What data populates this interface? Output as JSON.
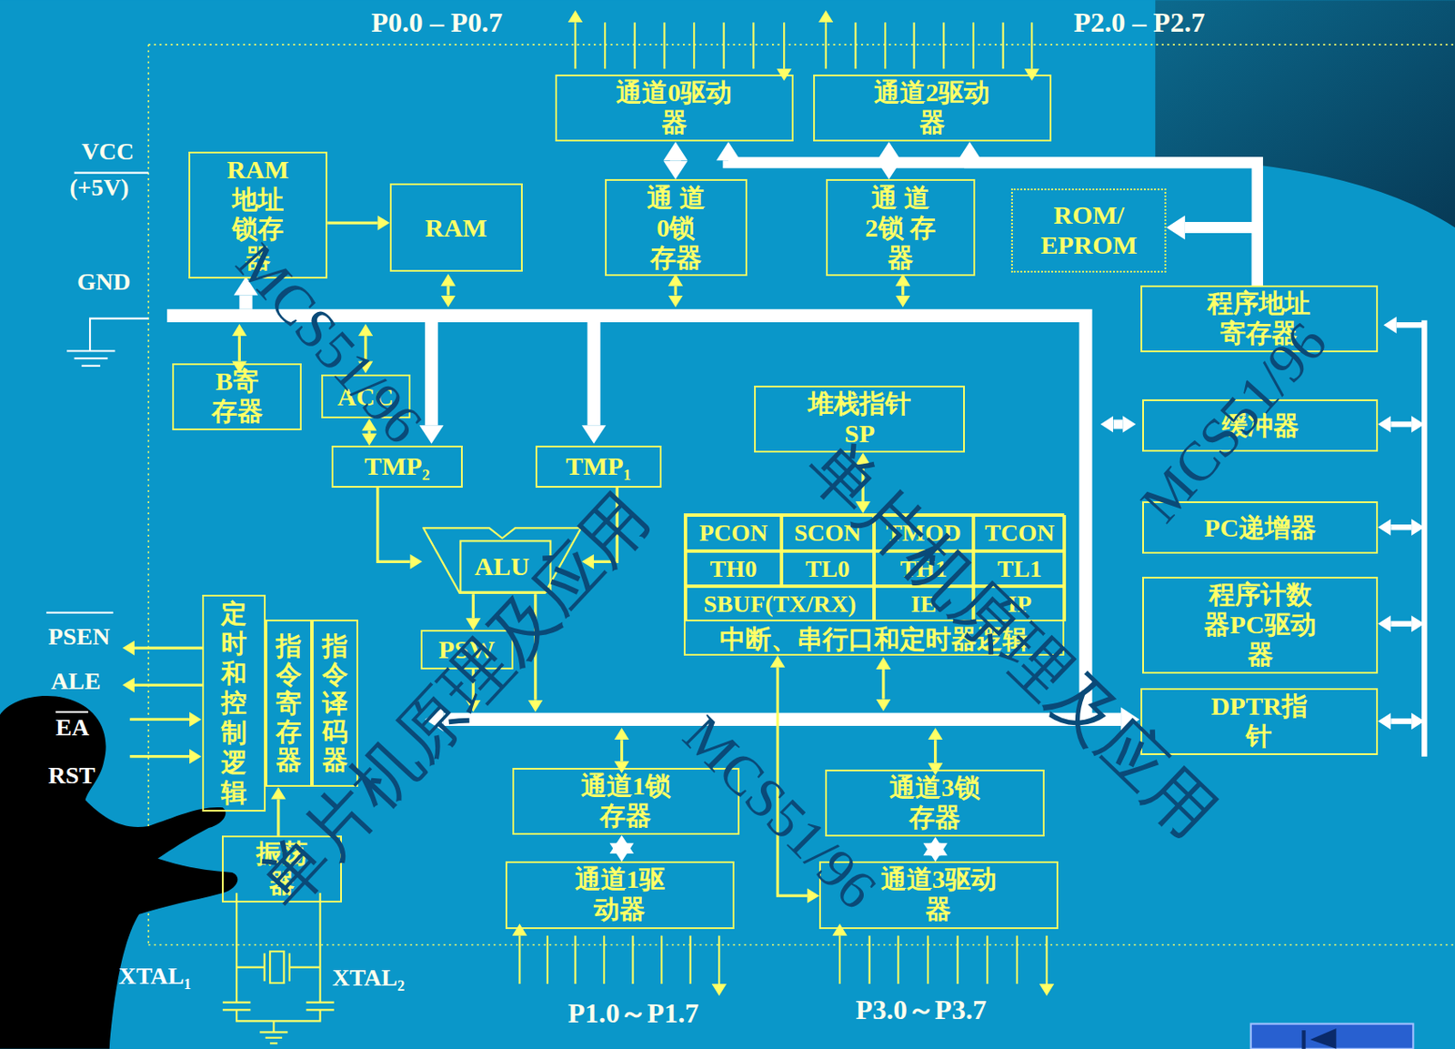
{
  "diagram": {
    "nodes": [
      {
        "text": [
          "通道0驱动器"
        ]
      },
      {
        "text": [
          "通道2驱动器"
        ]
      },
      {
        "text": [
          "RAM地址锁存器"
        ]
      },
      {
        "text": [
          "RAM"
        ]
      },
      {
        "text": [
          "通 道 0锁 存器"
        ]
      },
      {
        "text": [
          "通 道 2锁 存器"
        ]
      },
      {
        "text": [
          "ROM/ EPROM"
        ]
      },
      {
        "text": [
          "程序地址寄存器"
        ]
      },
      {
        "text": [
          "B寄存器"
        ]
      },
      {
        "text": [
          "ACC"
        ]
      },
      {
        "text": [
          "堆栈指针SP"
        ]
      },
      {
        "text": [
          "缓冲器"
        ]
      },
      {
        "text": [
          "TMP₂"
        ]
      },
      {
        "text": [
          "TMP₁"
        ]
      },
      {
        "text": [
          "ALU"
        ]
      },
      {
        "text": [
          "PC递增器"
        ]
      },
      {
        "text": [
          "中断、串行口和定时器逻辑"
        ]
      },
      {
        "text": [
          "PCON"
        ],
        "in": 16
      },
      {
        "text": [
          "SCON"
        ],
        "in": 16
      },
      {
        "text": [
          "TMOD"
        ],
        "in": 16
      },
      {
        "text": [
          "TCON"
        ],
        "in": 16
      },
      {
        "text": [
          "TH0"
        ],
        "in": 16
      },
      {
        "text": [
          "TL0"
        ],
        "in": 16
      },
      {
        "text": [
          "TH1"
        ],
        "in": 16
      },
      {
        "text": [
          "TL1"
        ],
        "in": 16
      },
      {
        "text": [
          "SBUF(TX/RX)"
        ],
        "in": 16
      },
      {
        "text": [
          "IE"
        ],
        "in": 16
      },
      {
        "text": [
          "IP"
        ],
        "in": 16
      },
      {
        "text": [
          "PSW"
        ]
      },
      {
        "text": [
          "程序计数器PC驱动器"
        ]
      },
      {
        "text": [
          "定时和控制逻辑"
        ]
      },
      {
        "text": [
          "指令寄存器"
        ]
      },
      {
        "text": [
          "指令译码器"
        ]
      },
      {
        "text": [
          "DPTR指针"
        ]
      },
      {
        "text": [
          "通道1锁存器"
        ]
      },
      {
        "text": [
          "通道3锁存器"
        ]
      },
      {
        "text": [
          "振荡器"
        ]
      },
      {
        "text": [
          "通道1驱动器"
        ]
      },
      {
        "text": [
          "通道3驱动器"
        ]
      }
    ],
    "edges": [
      {
        "from": 4,
        "to": 0,
        "arrow": "both"
      },
      {
        "from": 5,
        "to": 1,
        "arrow": "both"
      },
      {
        "from": 2,
        "to": 3,
        "arrow": "to"
      },
      {
        "from": 9,
        "to": 12,
        "arrow": "both"
      },
      {
        "from": 12,
        "to": 14,
        "arrow": "to"
      },
      {
        "from": 13,
        "to": 14,
        "arrow": "to"
      },
      {
        "from": 14,
        "to": 28,
        "arrow": "to"
      },
      {
        "from": 36,
        "to": 31,
        "arrow": "to"
      },
      {
        "from": 7,
        "to": 6,
        "arrow": "to"
      },
      {
        "from": 7,
        "to": 0,
        "arrow": "to"
      },
      {
        "from": 7,
        "to": 1,
        "arrow": "to"
      },
      {
        "from": 34,
        "to": 37,
        "arrow": "both"
      },
      {
        "from": 35,
        "to": 38,
        "arrow": "both"
      },
      {
        "from": 16,
        "to": 38,
        "arrow": "both"
      },
      {
        "from": 10,
        "to": 16,
        "arrow": "both"
      }
    ],
    "labels": [
      "P0.0 – P0.7",
      "P2.0 – P2.7",
      "VCC",
      "(+5V)",
      "GND",
      "PSEN",
      "ALE",
      "EA",
      "RST",
      "XTAL₁",
      "XTAL₂",
      "P1.0～P1.7",
      "P3.0～P3.7",
      "MCS51/96",
      "单片机原理及应用",
      "MCS51/96",
      "单片机原理及应用",
      "MCS51/96"
    ]
  }
}
